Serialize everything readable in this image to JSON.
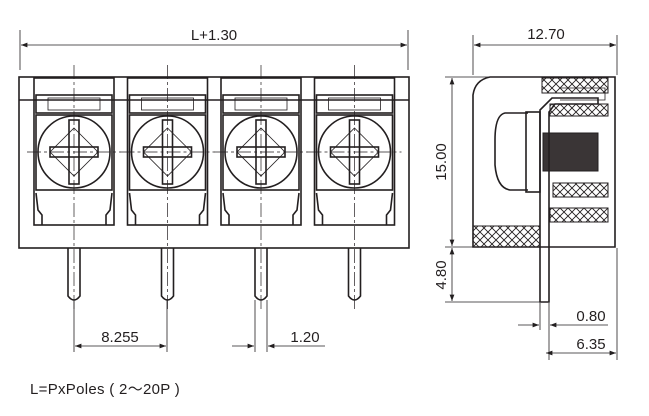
{
  "front_view": {
    "overall_dim": "L+1.30",
    "pitch_dim": "8.255",
    "pin_width_dim": "1.20",
    "poles_shown": 4
  },
  "side_view": {
    "width_dim": "12.70",
    "height_dim": "15.00",
    "pin_length_dim": "4.80",
    "pin_thickness_dim": "0.80",
    "pin_offset_dim": "6.35"
  },
  "note": "L=PxPoles ( 2～20P )",
  "colors": {
    "line": "#231f20",
    "screw": "#3a3536"
  }
}
